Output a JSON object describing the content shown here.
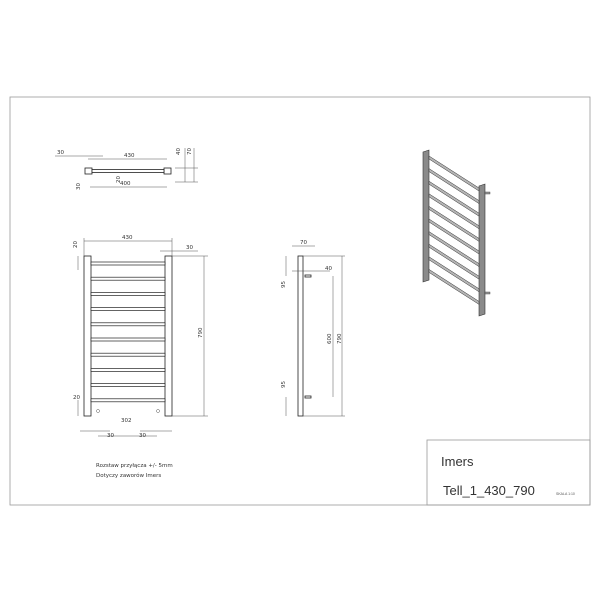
{
  "title_block": {
    "company": "Imers",
    "model": "Tell_1_430_790",
    "scale": "SKALA 1:10"
  },
  "notes": [
    "Rozstaw przyłącza +/- 5mm",
    "Dotyczy zaworów Imers"
  ],
  "top_view": {
    "d_30": "30",
    "d_430": "430",
    "d_40": "40",
    "d_70": "70",
    "d_20": "20",
    "d_30b": "30",
    "d_400": "400"
  },
  "front_view": {
    "d_430": "430",
    "d_30": "30",
    "d_20top": "20",
    "d_790": "790",
    "d_20bot": "20",
    "d_302": "302",
    "d_30l": "30",
    "d_30r": "30",
    "rung_count": 10
  },
  "side_view": {
    "d_70": "70",
    "d_40": "40",
    "d_95top": "95",
    "d_95bot": "95",
    "d_600": "600",
    "d_790": "790"
  },
  "colors": {
    "line": "#222222",
    "frame": "#999999",
    "render": "#8a8a8a"
  }
}
